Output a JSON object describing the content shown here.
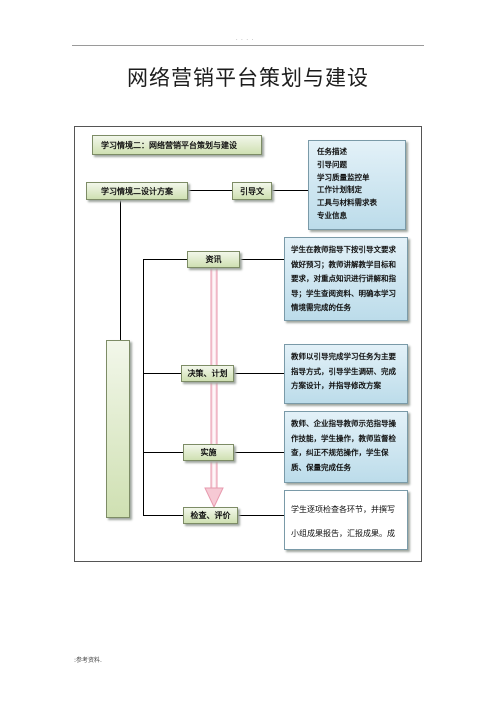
{
  "page": {
    "header_mark": ". . . .",
    "title": "网络营销平台策划与建设",
    "footer": ":参考资料."
  },
  "diagram": {
    "top_box": "学习情境二：网络营销平台策划与建设",
    "design_box": "学习情境二设计方案",
    "guide_box": "引导文",
    "guide_items": [
      "任务描述",
      "引导问题",
      "学习质量监控单",
      "工作计划制定",
      "工具与材料需求表",
      "专业信息"
    ],
    "steps": [
      {
        "label": "资讯",
        "desc": "学生在教师指导下按引导文要求做好预习；教师讲解教学目标和要求，对重点知识进行讲解和指导；学生查阅资料、明确本学习情境需完成的任务"
      },
      {
        "label": "决策、计划",
        "desc": "教师以引导完成学习任务为主要指导方式，引导学生调研、完成方案设计，并指导修改方案"
      },
      {
        "label": "实施",
        "desc": "教师、企业指导教师示范指导操作技能，学生操作，教师监督检查，纠正不规范操作，学生保质、保量完成任务"
      },
      {
        "label": "检查、评价",
        "desc": "学生逐项检查各环节，并撰写小组成果报告，汇报成果。成"
      }
    ]
  }
}
